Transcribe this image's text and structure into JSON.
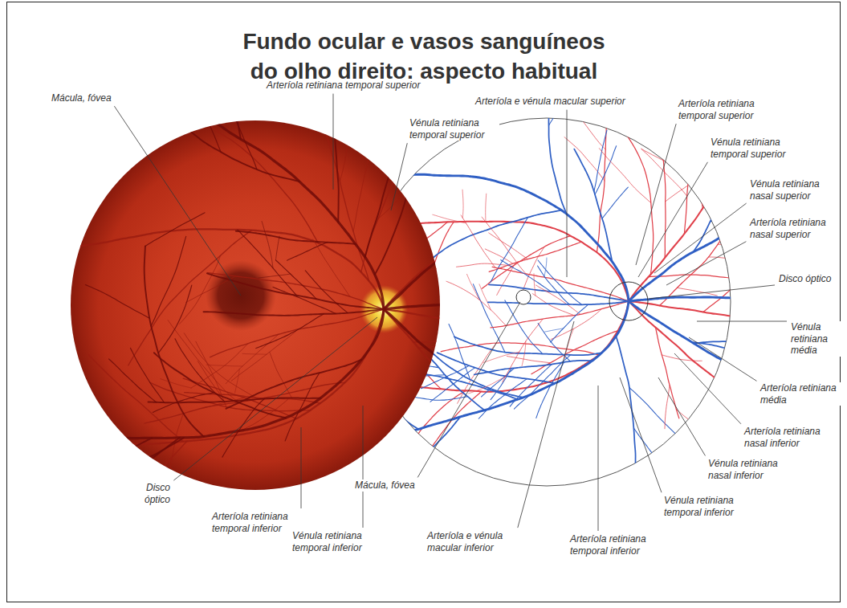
{
  "diagram": {
    "title": "Fundo ocular e vasos sanguíneos do olho direito: aspecto habitual",
    "labels": [
      "Mácula, fóvea",
      "Arteríola retiniana temporal superior",
      "Arteríola e vénula macular superior",
      "Vénula retiniana temporal superior",
      "Arteríola retiniana temporal superior",
      "Vénula retiniana temporal superior",
      "Vénula retiniana nasal superior",
      "Arteríola retiniana nasal superior",
      "Disco óptico",
      "Vénula retiniana média",
      "Arteríola retiniana média",
      "Arteríola retiniana nasal inferior",
      "Vénula retiniana nasal inferior",
      "Vénula retiniana temporal inferior",
      "Arteríola retiniana temporal inferior",
      "Arteríola e vénula macular inferior",
      "Mácula, fóvea",
      "Disco óptico",
      "Arteríola retiniana temporal inferior",
      "Vénula retiniana temporal inferior"
    ]
  }
}
